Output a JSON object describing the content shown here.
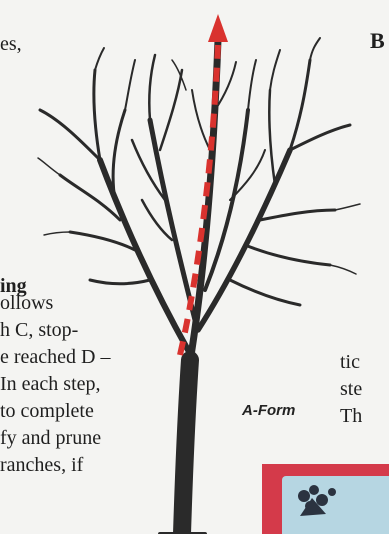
{
  "left_column": [
    {
      "text": "es,",
      "bold": false
    },
    {
      "text": "ing",
      "bold": true
    },
    {
      "text": "ollows",
      "bold": false
    },
    {
      "text": "h C, stop-",
      "bold": false
    },
    {
      "text": "e reached D –",
      "bold": false
    },
    {
      "text": "In  each  step,",
      "bold": false
    },
    {
      "text": "to  complete",
      "bold": false
    },
    {
      "text": "fy and prune",
      "bold": false
    },
    {
      "text": "ranches,  if",
      "bold": false
    }
  ],
  "figure": {
    "caption": "A-Form",
    "arrow_color": "#d9322e"
  },
  "right_column": {
    "heading": "B",
    "lines": [
      "tic",
      "ste",
      "Th"
    ]
  }
}
